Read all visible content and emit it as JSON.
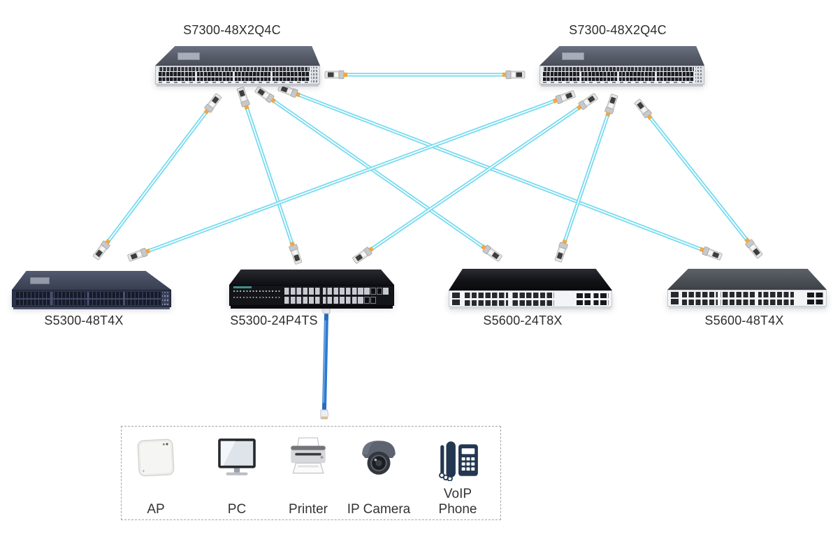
{
  "diagram": {
    "nodes": [
      {
        "id": "s7300-left",
        "label": "S7300-48X2Q4C"
      },
      {
        "id": "s7300-right",
        "label": "S7300-48X2Q4C"
      },
      {
        "id": "s5300-48t4x",
        "label": "S5300-48T4X"
      },
      {
        "id": "s5300-24p4ts",
        "label": "S5300-24P4TS"
      },
      {
        "id": "s5600-24t8x",
        "label": "S5600-24T8X"
      },
      {
        "id": "s5600-48t4x",
        "label": "S5600-48T4X"
      }
    ],
    "links": [
      {
        "from": "s7300-left",
        "to": "s7300-right",
        "kind": "fiber"
      },
      {
        "from": "s7300-left",
        "to": "s5300-48t4x",
        "kind": "fiber"
      },
      {
        "from": "s7300-left",
        "to": "s5300-24p4ts",
        "kind": "fiber"
      },
      {
        "from": "s7300-left",
        "to": "s5600-24t8x",
        "kind": "fiber"
      },
      {
        "from": "s7300-left",
        "to": "s5600-48t4x",
        "kind": "fiber"
      },
      {
        "from": "s7300-right",
        "to": "s5300-48t4x",
        "kind": "fiber"
      },
      {
        "from": "s7300-right",
        "to": "s5300-24p4ts",
        "kind": "fiber"
      },
      {
        "from": "s7300-right",
        "to": "s5600-24t8x",
        "kind": "fiber"
      },
      {
        "from": "s7300-right",
        "to": "s5600-48t4x",
        "kind": "fiber"
      },
      {
        "from": "s5300-24p4ts",
        "to": "access-devices",
        "kind": "ethernet"
      }
    ],
    "colors": {
      "fiber_cable": "#74daef",
      "fiber_core": "#ffffff",
      "ethernet_cable": "#2e79cf",
      "ethernet_highlight": "#7fb2e8",
      "transceiver_body": "#e4e4e3",
      "transceiver_label": "#3e3e3e",
      "transceiver_tip": "#f0a844",
      "connector_pins": "#d8992f",
      "label_text": "#2d2d2d"
    },
    "access_devices": {
      "items": [
        {
          "id": "ap",
          "label": "AP"
        },
        {
          "id": "pc",
          "label": "PC"
        },
        {
          "id": "printer",
          "label": "Printer"
        },
        {
          "id": "ip-camera",
          "label": "IP Camera"
        },
        {
          "id": "voip-phone",
          "label": "VoIP Phone"
        }
      ]
    }
  }
}
